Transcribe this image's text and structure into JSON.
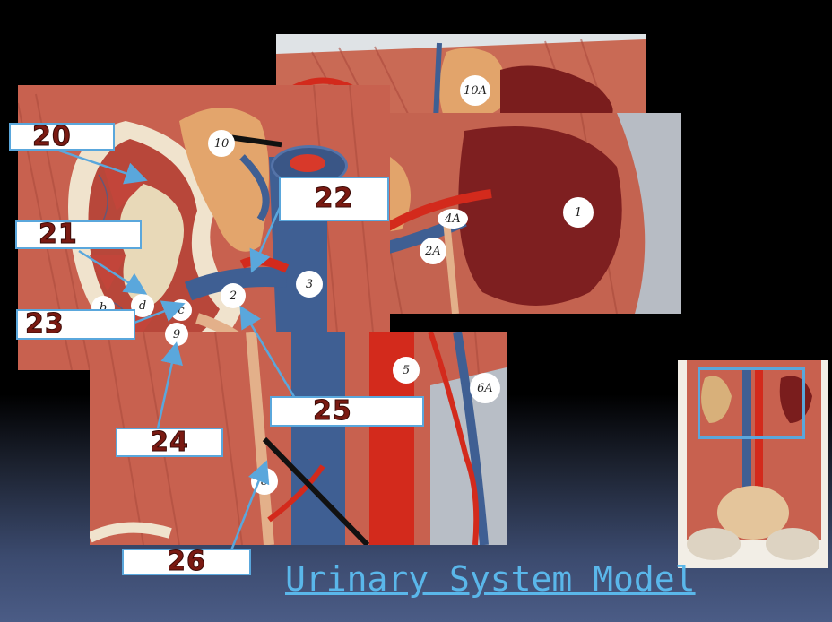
{
  "title_link": "Urinary System Model",
  "labels": [
    "20",
    "21",
    "22",
    "23",
    "24",
    "25",
    "26"
  ],
  "pins": {
    "p10a": "10A",
    "p10": "10",
    "p1": "1",
    "p4a": "4A",
    "p2a": "2A",
    "p3": "3",
    "p2": "2",
    "p5": "5",
    "p6a": "6A",
    "p8": "8",
    "p9": "9",
    "pd": "d",
    "pb": "b",
    "pc": "c"
  },
  "colors": {
    "label_border": "#5aa7dc",
    "label_text": "#7a1a12",
    "arrow": "#5aa7dc",
    "link": "#5ab7ea",
    "muscle": "#c8614f",
    "vein": "#3f5f93",
    "artery": "#d32a1c",
    "kidney": "#7a1d1d",
    "adrenal": "#e0a36a"
  }
}
